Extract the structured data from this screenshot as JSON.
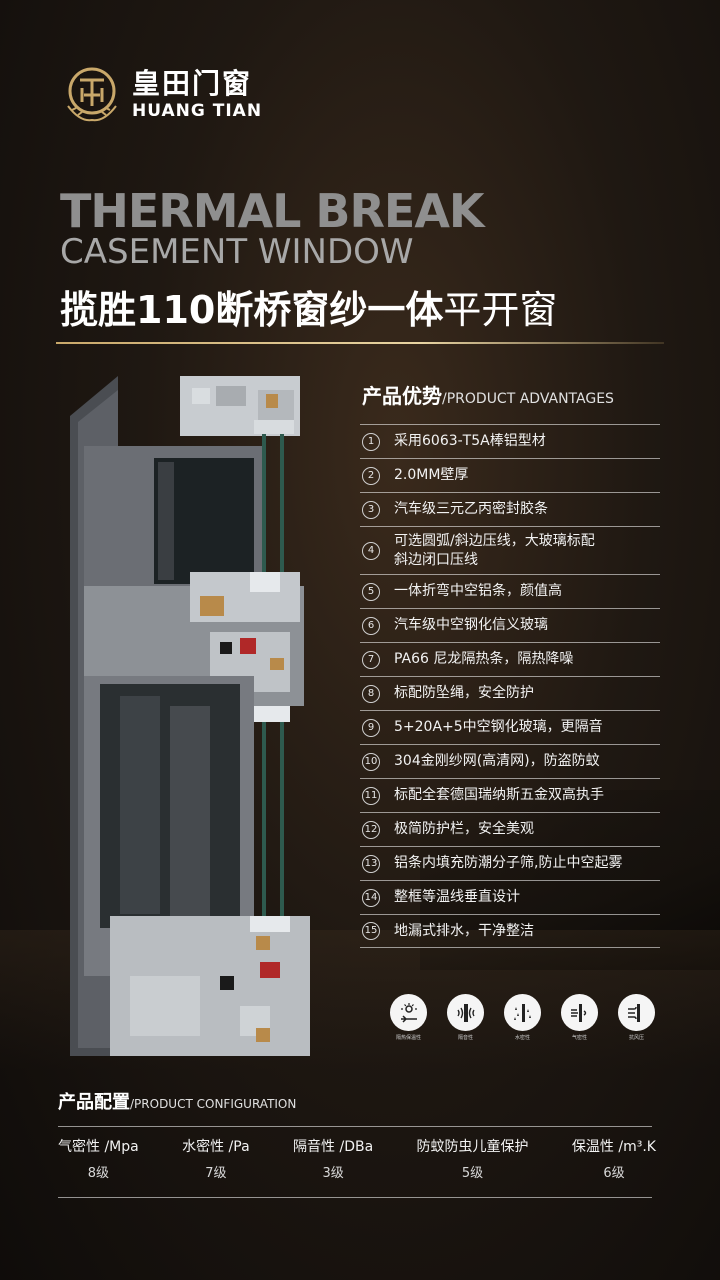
{
  "brand": {
    "name_cn": "皇田门窗",
    "name_en": "HUANG TIAN",
    "gold": "#c9a86a"
  },
  "title": {
    "line1": "THERMAL BREAK",
    "line2": "CASEMENT WINDOW",
    "cn_bold": "揽胜110断桥窗纱一体",
    "cn_light": "平开窗"
  },
  "advantages": {
    "heading_cn": "产品优势",
    "heading_sep": "/",
    "heading_en": "PRODUCT ADVANTAGES",
    "items": [
      {
        "num": "1",
        "text": "采用6063-T5A棒铝型材"
      },
      {
        "num": "2",
        "text": "2.0MM壁厚"
      },
      {
        "num": "3",
        "text": "汽车级三元乙丙密封胶条"
      },
      {
        "num": "4",
        "text": "可选圆弧/斜边压线，大玻璃标配",
        "text2": "斜边闭口压线"
      },
      {
        "num": "5",
        "text": "一体折弯中空铝条，颜值高"
      },
      {
        "num": "6",
        "text": "汽车级中空钢化信义玻璃"
      },
      {
        "num": "7",
        "text": "PA66 尼龙隔热条，隔热降噪"
      },
      {
        "num": "8",
        "text": "标配防坠绳，安全防护"
      },
      {
        "num": "9",
        "text": "5+20A+5中空钢化玻璃，更隔音"
      },
      {
        "num": "10",
        "text": "304金刚纱网(高清网)，防盗防蚊"
      },
      {
        "num": "11",
        "text": "标配全套德国瑞纳斯五金双高执手"
      },
      {
        "num": "12",
        "text": "极简防护栏，安全美观"
      },
      {
        "num": "13",
        "text": "铝条内填充防潮分子筛,防止中空起雾"
      },
      {
        "num": "14",
        "text": "整框等温线垂直设计"
      },
      {
        "num": "15",
        "text": "地漏式排水，干净整洁"
      }
    ]
  },
  "feature_icons": [
    {
      "name": "thermal-insulation-icon",
      "caption": "隔热保温性"
    },
    {
      "name": "sound-insulation-icon",
      "caption": "隔音性"
    },
    {
      "name": "water-tightness-icon",
      "caption": "水密性"
    },
    {
      "name": "air-tightness-icon",
      "caption": "气密性"
    },
    {
      "name": "wind-resistance-icon",
      "caption": "抗风压"
    }
  ],
  "configuration": {
    "heading_cn": "产品配置",
    "heading_sep": "/",
    "heading_en": "PRODUCT CONFIGURATION",
    "columns": [
      {
        "label": "气密性 /Mpa",
        "value": "8级"
      },
      {
        "label": "水密性 /Pa",
        "value": "7级"
      },
      {
        "label": "隔音性 /DBa",
        "value": "3级"
      },
      {
        "label": "防蚊防虫儿童保护",
        "value": "5级"
      },
      {
        "label": "保温性 /m³.K",
        "value": "6级"
      }
    ]
  }
}
